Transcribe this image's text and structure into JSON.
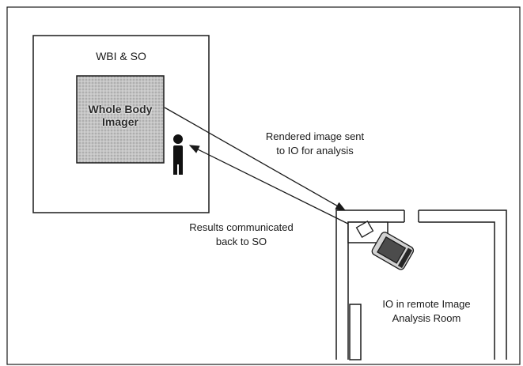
{
  "wbi_box": {
    "title": "WBI & SO"
  },
  "imager": {
    "line1": "Whole Body",
    "line2": "Imager"
  },
  "arrow_send": {
    "line1": "Rendered image sent",
    "line2": "to IO for analysis"
  },
  "arrow_return": {
    "line1": "Results communicated",
    "line2": "back to SO"
  },
  "analysis_room": {
    "line1": "IO in remote Image",
    "line2": "Analysis Room"
  },
  "colors": {
    "line": "#1a1a1a",
    "imager_fill": "#b8b8b8",
    "person": "#111111"
  }
}
